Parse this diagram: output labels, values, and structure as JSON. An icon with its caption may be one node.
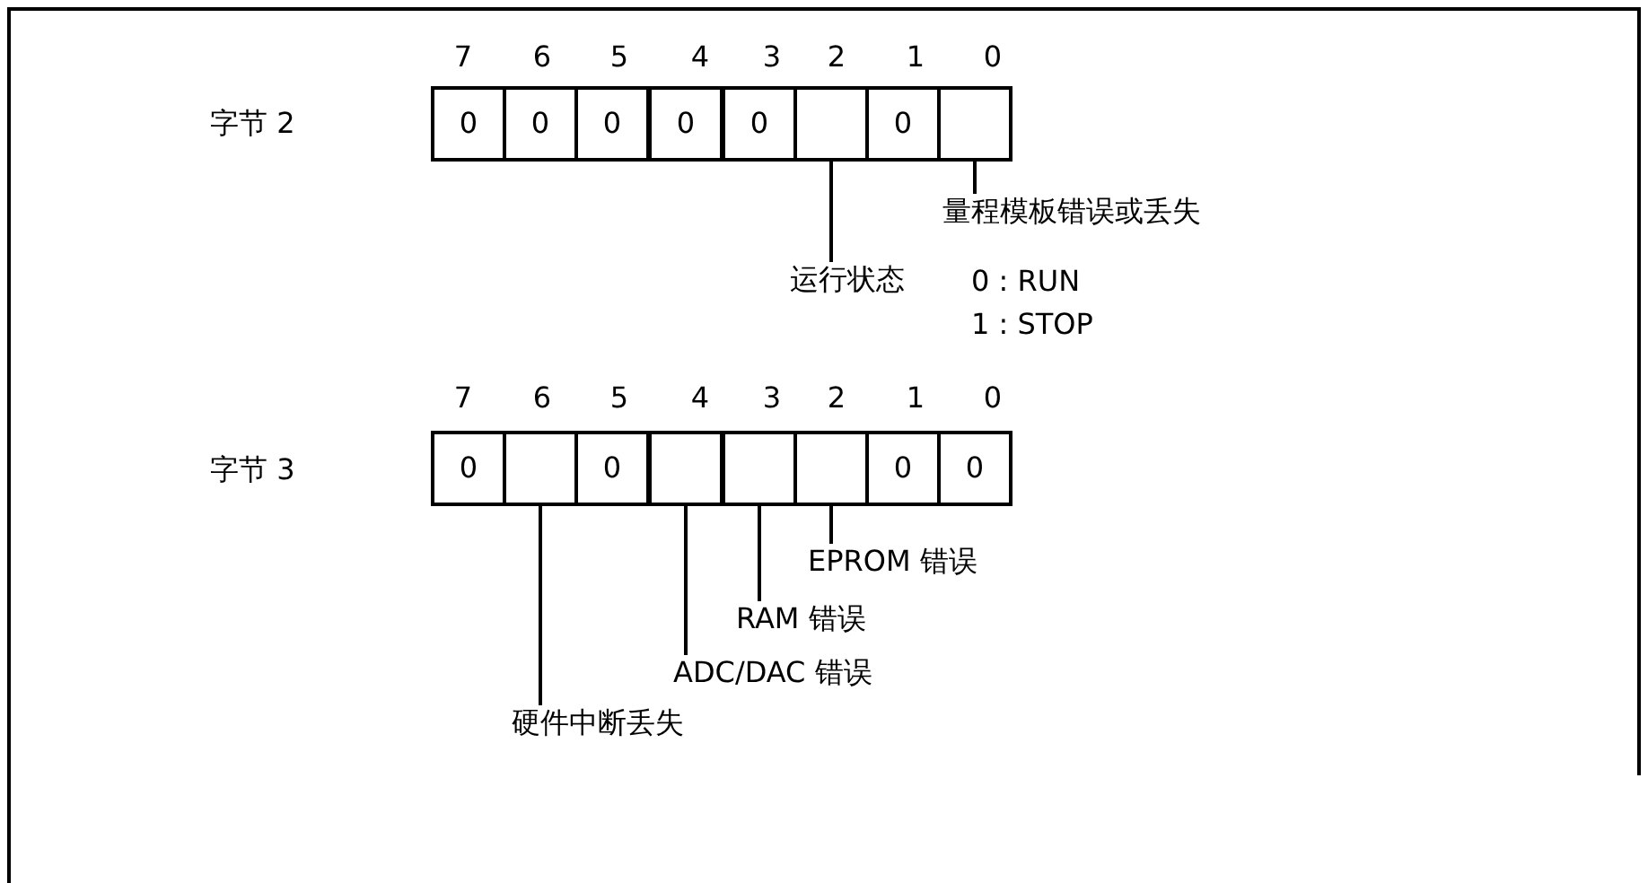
{
  "diagram": {
    "nodes": [
      {
        "text": [
          "0"
        ]
      },
      {
        "text": [
          "0"
        ]
      },
      {
        "text": [
          "0"
        ]
      },
      {
        "text": [
          "0"
        ]
      },
      {
        "text": [
          "0"
        ]
      },
      {
        "text": [],
        "shape": "box"
      },
      {
        "text": [
          "0"
        ]
      },
      {
        "text": [],
        "shape": "box"
      },
      {
        "text": [
          "量程模板错误或丢失"
        ]
      },
      {
        "text": [
          "运行状态"
        ],
        "beside": [
          "0 : RUN",
          "1 : STOP"
        ]
      },
      {
        "text": [
          "0"
        ]
      },
      {
        "text": [],
        "shape": "box"
      },
      {
        "text": [
          "0"
        ]
      },
      {
        "text": [],
        "shape": "box"
      },
      {
        "text": [],
        "shape": "box"
      },
      {
        "text": [],
        "shape": "box"
      },
      {
        "text": [
          "0"
        ]
      },
      {
        "text": [
          "0"
        ]
      },
      {
        "text": [
          "EPROM 错误"
        ]
      },
      {
        "text": [
          "RAM 错误"
        ]
      },
      {
        "text": [
          "ADC/DAC 错误"
        ]
      },
      {
        "text": [
          "硬件中断丢失"
        ]
      }
    ],
    "edges": [
      {
        "from": 8,
        "to": 7,
        "arrow": "none"
      },
      {
        "from": 9,
        "to": 5,
        "arrow": "none"
      },
      {
        "from": 18,
        "to": 15,
        "arrow": "none"
      },
      {
        "from": 19,
        "to": 14,
        "arrow": "none"
      },
      {
        "from": 20,
        "to": 13,
        "arrow": "none"
      },
      {
        "from": 21,
        "to": 11,
        "arrow": "none"
      }
    ],
    "labels": [
      "7",
      "6",
      "5",
      "4",
      "3",
      "2",
      "1",
      "0",
      "字节 2",
      "7",
      "6",
      "5",
      "4",
      "3",
      "2",
      "1",
      "0",
      "字节 3"
    ]
  }
}
